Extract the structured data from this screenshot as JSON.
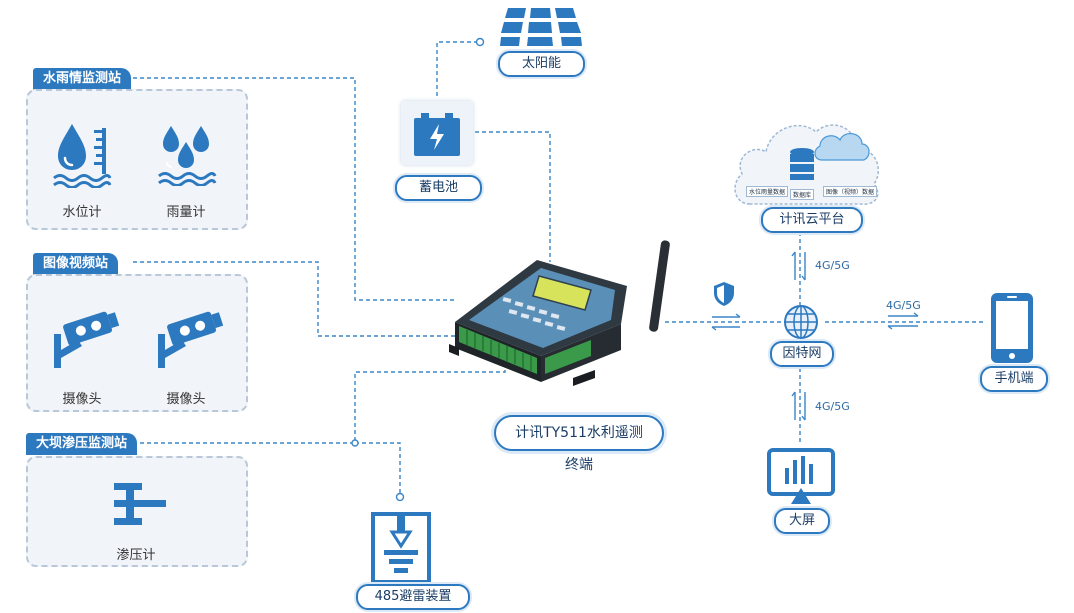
{
  "stations": {
    "water_rain": {
      "title": "水雨情监测站",
      "item1": "水位计",
      "item2": "雨量计"
    },
    "video": {
      "title": "图像视频站",
      "item1": "摄像头",
      "item2": "摄像头"
    },
    "dam": {
      "title": "大坝渗压监测站",
      "item1": "渗压计"
    }
  },
  "power": {
    "solar": "太阳能",
    "battery": "蓄电池"
  },
  "device": {
    "label": "计讯TY511水利遥测终端",
    "lightning": "485避雷装置"
  },
  "cloud": {
    "label": "计讯云平台",
    "tag1": "水位雨量数据",
    "tag2": "数据库",
    "tag3": "图像（视频）数据"
  },
  "network": {
    "internet": "因特网",
    "phone": "手机端",
    "screen": "大屏",
    "speed_cloud": "4G/5G",
    "speed_phone": "4G/5G",
    "speed_screen": "4G/5G"
  },
  "colors": {
    "primary": "#2d79c0",
    "panel": "#f1f4f8"
  }
}
